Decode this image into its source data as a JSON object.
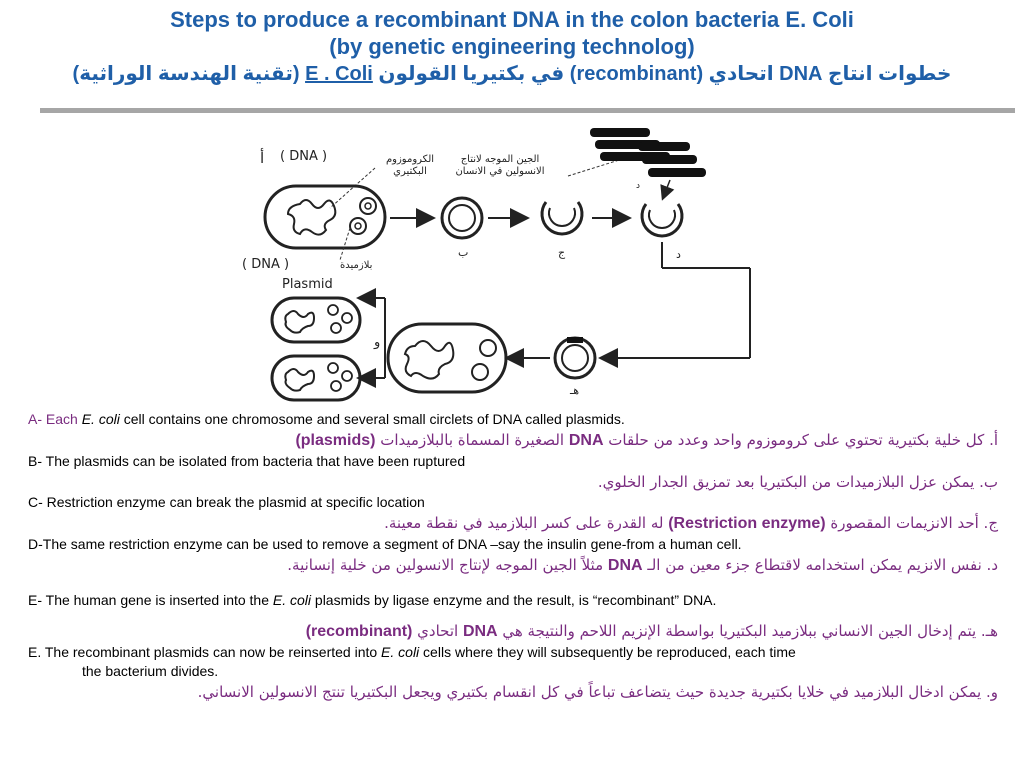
{
  "title": {
    "line1": "Steps to produce a recombinant DNA in the colon bacteria E. Coli",
    "line2": "(by genetic engineering technolog)",
    "line3_a": "خطوات انتاج DNA اتحادي (recombinant) في بكتيريا القولون ",
    "line3_b": "E . Coli",
    "line3_c": " (تقنية الهندسة  الوراثية)"
  },
  "diagram": {
    "dna_label_top": "( DNA )",
    "alef_label": "أ",
    "chromosome_label_1": "الكروموزوم",
    "chromosome_label_2": "البكتيري",
    "gene_label_1": "الجين الموجه لانتاج",
    "gene_label_2": "الانسولين في الانسان",
    "dna_label_left": "( DNA )",
    "plasmid_ar_label": "بلازميدة",
    "plasmid_label": "Plasmid",
    "step_b": "ب",
    "step_j": "ج",
    "step_d": "د",
    "step_d_small": "د",
    "step_h": "هـ",
    "step_w": "و"
  },
  "steps": [
    {
      "en_prefix": "A- Each ",
      "en_italic": "E. coli",
      "en_rest": " cell contains one chromosome and several small circlets of DNA called plasmids.",
      "ar_a": "أ. كل خلية بكتيرية تحتوي على كروموزوم واحد وعدد من حلقات ",
      "ar_kw1": "DNA",
      "ar_b": " الصغيرة المسماة بالبلازميدات ",
      "ar_kw2": "(plasmids)"
    },
    {
      "en": "B- The plasmids can be isolated from bacteria that have been ruptured",
      "ar": "ب. يمكن عزل البلازميدات من البكتيريا بعد تمزيق الجدار الخلوي."
    },
    {
      "en": "C- Restriction enzyme can break the plasmid at specific location",
      "ar_a": "ج. أحد الانزيمات المقصورة ",
      "ar_kw": "(Restriction enzyme)",
      "ar_b": " له القدرة على كسر البلازميد في نقطة معينة."
    },
    {
      "en": "D-The same restriction enzyme can be used to remove a segment of DNA –say the insulin gene-from a human cell.",
      "ar_a": "د. نفس الانزيم يمكن استخدامه لاقتطاع جزء معين من الـ ",
      "ar_kw": "DNA",
      "ar_b": " مثلاً الجين الموجه لإنتاج الانسولين من خلية إنسانية."
    },
    {
      "en_prefix": "E- The  human gene is inserted into the ",
      "en_italic": "E. coli",
      "en_rest": " plasmids by ligase enzyme and the result, is “recombinant” DNA.",
      "ar_a": "هـ. يتم إدخال الجين الانساني ببلازميد البكتيريا بواسطة الإنزيم اللاحم والنتيجة هي ",
      "ar_kw": "DNA",
      "ar_b": " اتحادي ",
      "ar_kw2": "(recombinant)"
    },
    {
      "en_prefix": "E. The recombinant plasmids can now be reinserted into ",
      "en_italic": "E. coli",
      "en_rest": " cells where they will subsequently be reproduced, each  time",
      "en_line2": "the bacterium divides.",
      "ar": "و. يمكن ادخال البلازميد في خلايا بكتيرية جديدة حيث يتضاعف تباعاً في كل انقسام بكتيري ويجعل البكتيريا تنتج الانسولين الانساني."
    }
  ],
  "colors": {
    "title": "#1F5FA8",
    "arabic_text": "#7A2C80",
    "rule": "#A6A6A6"
  }
}
